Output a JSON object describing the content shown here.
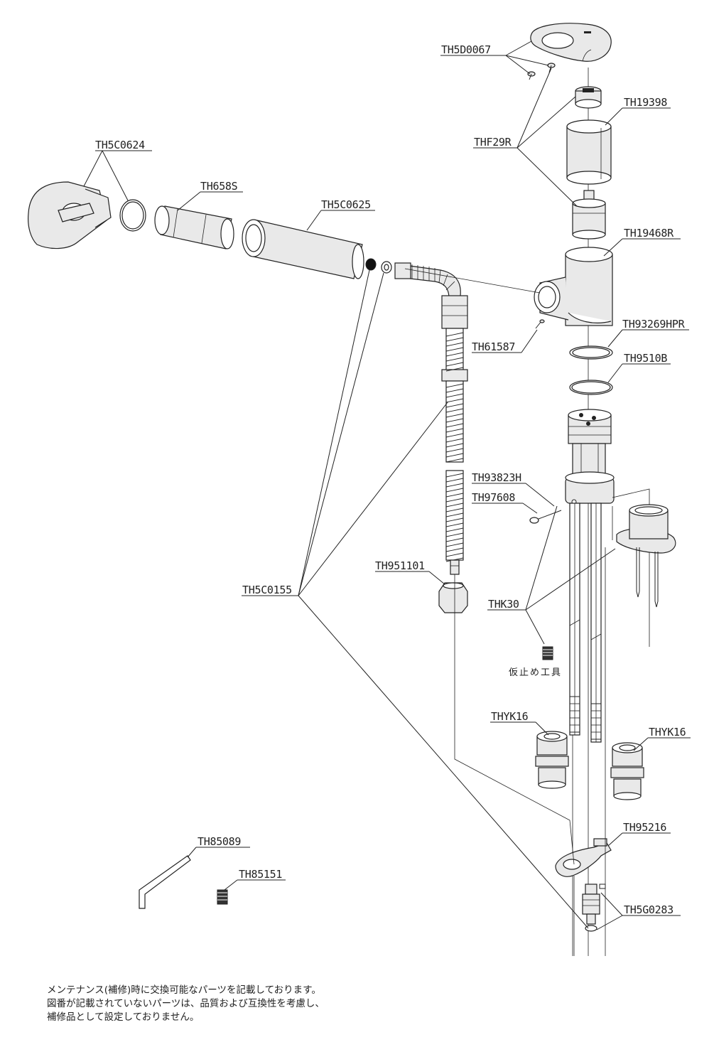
{
  "labels": {
    "th5d0067": "TH5D0067",
    "th19398": "TH19398",
    "thf29r": "THF29R",
    "th5c0624": "TH5C0624",
    "th658s": "TH658S",
    "th5c0625": "TH5C0625",
    "th19468r": "TH19468R",
    "th61587": "TH61587",
    "th93269hpr": "TH93269HPR",
    "th9510b": "TH9510B",
    "th93823h": "TH93823H",
    "th97608": "TH97608",
    "th951101": "TH951101",
    "th5c0155": "TH5C0155",
    "thk30": "THK30",
    "temp_tool": "仮止め工具",
    "thyk16_left": "THYK16",
    "thyk16_right": "THYK16",
    "th95216": "TH95216",
    "th85089": "TH85089",
    "th85151": "TH85151",
    "th5g0283": "TH5G0283"
  },
  "note": {
    "line1": "メンテナンス(補修)時に交換可能なパーツを記載しております。",
    "line2": "図番が記載されていないパーツは、品質および互換性を考慮し、",
    "line3": "補修品として設定しておりません。"
  }
}
